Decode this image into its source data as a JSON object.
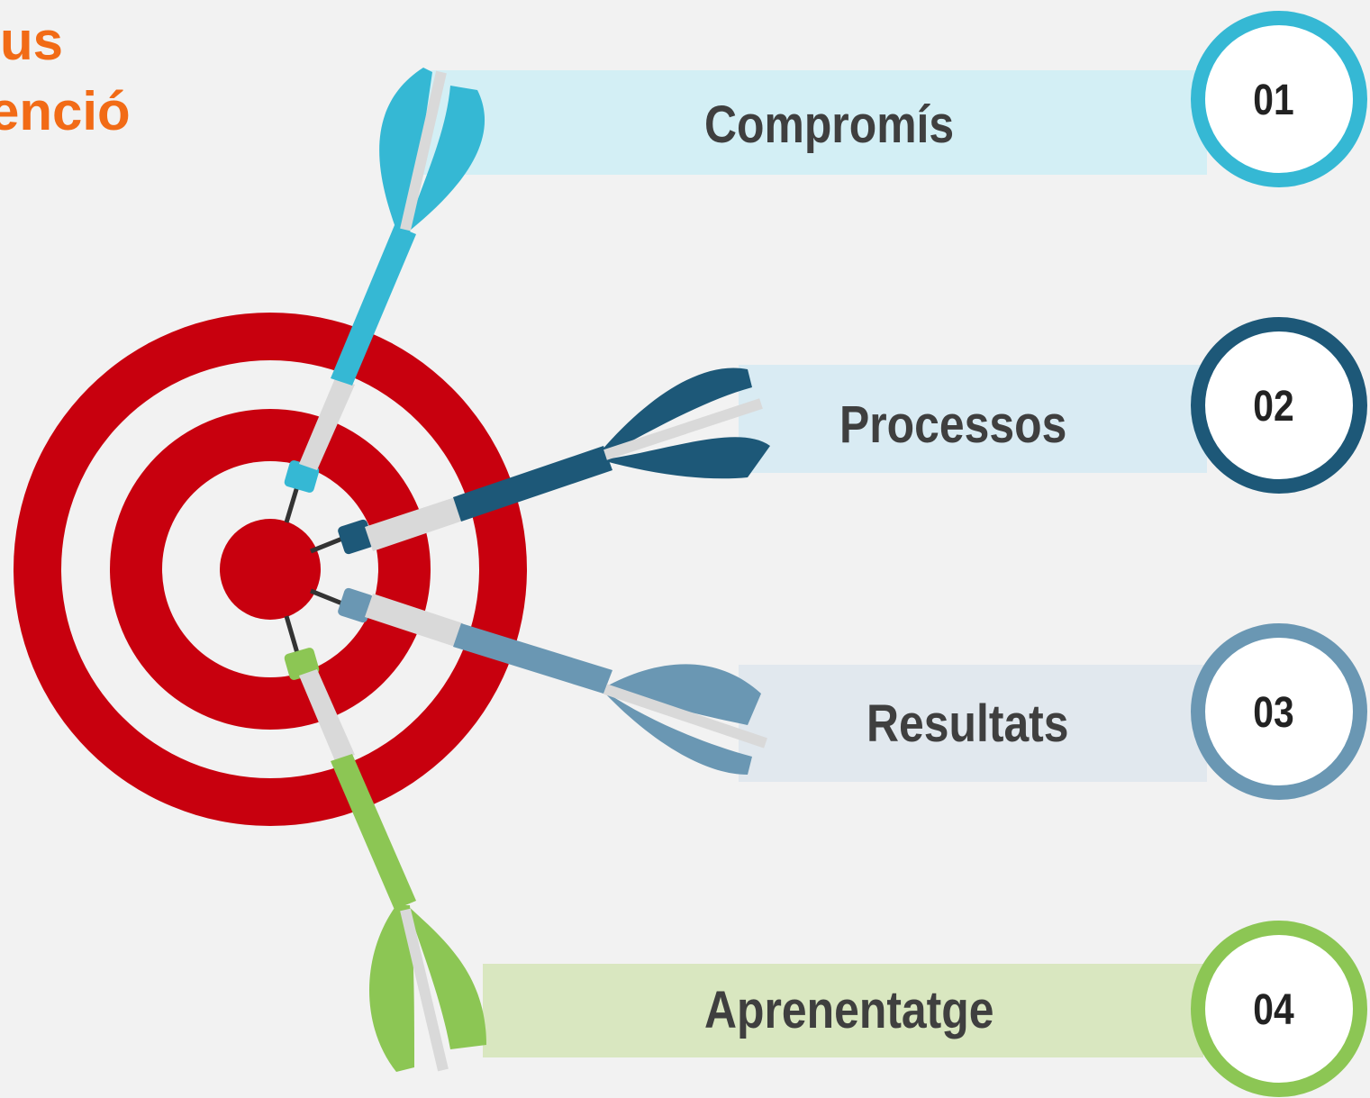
{
  "heading": {
    "lines": [
      "",
      "us",
      "enció"
    ]
  },
  "steps": [
    {
      "number": "01",
      "label": "Compromís",
      "color": "#35b8d4",
      "band": "#d3eff5"
    },
    {
      "number": "02",
      "label": "Processos",
      "color": "#1d5878",
      "band": "#d9ebf3"
    },
    {
      "number": "03",
      "label": "Resultats",
      "color": "#6a97b3",
      "band": "#e1e8ee"
    },
    {
      "number": "04",
      "label": "Aprenentatge",
      "color": "#8cc654",
      "band": "#d9e7c0"
    }
  ],
  "target": {
    "ring_color": "#c8000e"
  }
}
